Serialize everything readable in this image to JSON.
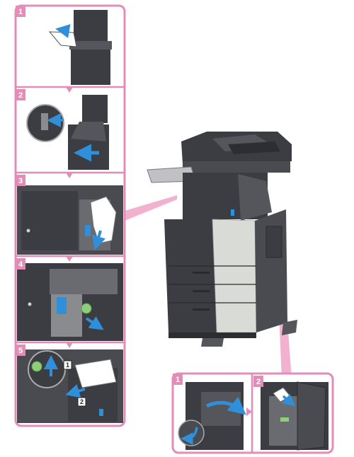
{
  "colors": {
    "frame": "#e48cb8",
    "callout": "#f2a9cb",
    "badge": "#e48cb8",
    "arrow": "#2f8fd8",
    "body_dark": "#3c3d42",
    "body_mid": "#55565b",
    "panel_light": "#d9dcd6",
    "green_lever": "#8ecf7a"
  },
  "left_steps": [
    {
      "number": "1"
    },
    {
      "number": "2"
    },
    {
      "number": "3"
    },
    {
      "number": "4"
    },
    {
      "number": "5",
      "tags": [
        "1",
        "2"
      ]
    }
  ],
  "right_steps": [
    {
      "number": "1"
    },
    {
      "number": "2"
    }
  ]
}
